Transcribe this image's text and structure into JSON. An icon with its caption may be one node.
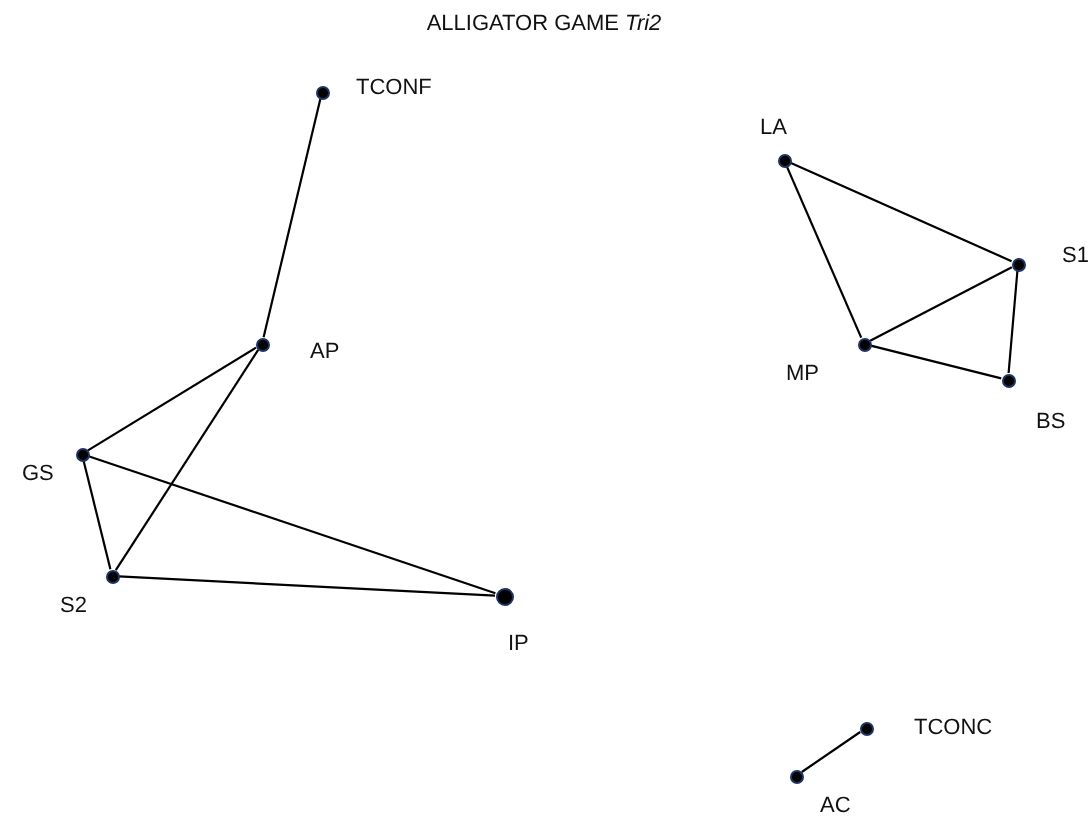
{
  "diagram": {
    "title": "ALLIGATOR GAME *Tri2*",
    "nodes": [
      {
        "text": [
          "TCONF"
        ]
      },
      {
        "text": [
          "LA"
        ]
      },
      {
        "text": [
          "S1"
        ]
      },
      {
        "text": [
          "AP"
        ]
      },
      {
        "text": [
          "MP"
        ]
      },
      {
        "text": [
          "BS"
        ]
      },
      {
        "text": [
          "GS"
        ]
      },
      {
        "text": [
          "S2"
        ]
      },
      {
        "text": [
          "IP"
        ]
      },
      {
        "text": [
          "TCONC"
        ]
      },
      {
        "text": [
          "AC"
        ]
      }
    ],
    "edges": [
      {
        "from": 0,
        "to": 3,
        "arrow": "none"
      },
      {
        "from": 3,
        "to": 6,
        "arrow": "none"
      },
      {
        "from": 3,
        "to": 7,
        "arrow": "none"
      },
      {
        "from": 6,
        "to": 7,
        "arrow": "none"
      },
      {
        "from": 6,
        "to": 8,
        "arrow": "none"
      },
      {
        "from": 7,
        "to": 8,
        "arrow": "none"
      },
      {
        "from": 1,
        "to": 2,
        "arrow": "none"
      },
      {
        "from": 1,
        "to": 4,
        "arrow": "none"
      },
      {
        "from": 4,
        "to": 2,
        "arrow": "none"
      },
      {
        "from": 2,
        "to": 5,
        "arrow": "none"
      },
      {
        "from": 4,
        "to": 5,
        "arrow": "none"
      },
      {
        "from": 9,
        "to": 10,
        "arrow": "none"
      }
    ]
  }
}
